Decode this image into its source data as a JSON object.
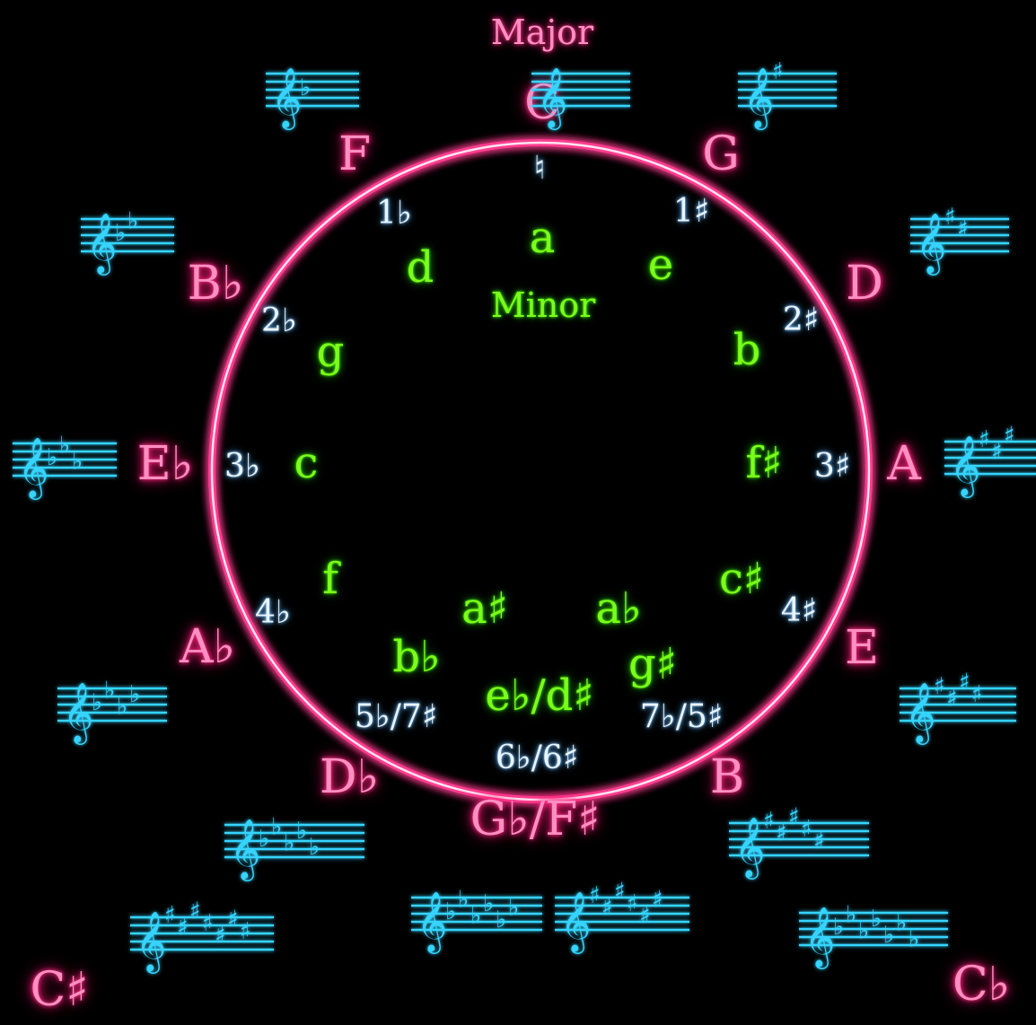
{
  "title_major": "Major",
  "title_minor": "Minor",
  "natural_symbol": "♮",
  "colors": {
    "background": "#000000",
    "ring": "#ff3d8f",
    "major_text": "#ff8fc2",
    "minor_text": "#7dff1a",
    "count_text": "#eaf4ff",
    "staff": "#35d4ff"
  },
  "keys": [
    {
      "id": "c",
      "major": "C",
      "minor": "a",
      "count": "♮",
      "accidental": "none",
      "n": 0
    },
    {
      "id": "g",
      "major": "G",
      "minor": "e",
      "count": "1♯",
      "accidental": "sharp",
      "n": 1
    },
    {
      "id": "d",
      "major": "D",
      "minor": "b",
      "count": "2♯",
      "accidental": "sharp",
      "n": 2
    },
    {
      "id": "a",
      "major": "A",
      "minor": "f♯",
      "count": "3♯",
      "accidental": "sharp",
      "n": 3
    },
    {
      "id": "e",
      "major": "E",
      "minor": "c♯",
      "count": "4♯",
      "accidental": "sharp",
      "n": 4
    },
    {
      "id": "b",
      "major": "B",
      "minor": "g♯",
      "count": "7♭/5♯",
      "accidental": "sharp",
      "n": 5
    },
    {
      "id": "gb",
      "major": "G♭/F♯",
      "minor": "e♭/d♯",
      "count": "6♭/6♯",
      "accidental": "both",
      "n": 6
    },
    {
      "id": "db",
      "major": "D♭",
      "minor": "b♭",
      "count": "5♭/7♯",
      "accidental": "flat",
      "n": 5
    },
    {
      "id": "ab",
      "major": "A♭",
      "minor": "f",
      "count": "4♭",
      "accidental": "flat",
      "n": 4
    },
    {
      "id": "eb",
      "major": "E♭",
      "minor": "c",
      "count": "3♭",
      "accidental": "flat",
      "n": 3
    },
    {
      "id": "bb",
      "major": "B♭",
      "minor": "g",
      "count": "2♭",
      "accidental": "flat",
      "n": 2
    },
    {
      "id": "f",
      "major": "F",
      "minor": "d",
      "count": "1♭",
      "accidental": "flat",
      "n": 1
    }
  ],
  "extra_minor": [
    {
      "id": "a-sharp",
      "label": "a♯"
    },
    {
      "id": "a-flat",
      "label": "a♭"
    }
  ],
  "extra_major": [
    {
      "id": "c-sharp",
      "label": "C♯"
    },
    {
      "id": "c-flat",
      "label": "C♭"
    }
  ],
  "key_signatures": [
    {
      "id": "c-natural",
      "type": "none",
      "n": 0
    },
    {
      "id": "g-sharp-1",
      "type": "sharp",
      "n": 1
    },
    {
      "id": "d-sharp-2",
      "type": "sharp",
      "n": 2
    },
    {
      "id": "a-sharp-3",
      "type": "sharp",
      "n": 3
    },
    {
      "id": "e-sharp-4",
      "type": "sharp",
      "n": 4
    },
    {
      "id": "b-sharp-5",
      "type": "sharp",
      "n": 5
    },
    {
      "id": "f-sharp-6",
      "type": "sharp",
      "n": 6
    },
    {
      "id": "c-sharp-7",
      "type": "sharp",
      "n": 7
    },
    {
      "id": "f-flat-1",
      "type": "flat",
      "n": 1
    },
    {
      "id": "bb-flat-2",
      "type": "flat",
      "n": 2
    },
    {
      "id": "eb-flat-3",
      "type": "flat",
      "n": 3
    },
    {
      "id": "ab-flat-4",
      "type": "flat",
      "n": 4
    },
    {
      "id": "db-flat-5",
      "type": "flat",
      "n": 5
    },
    {
      "id": "gb-flat-6",
      "type": "flat",
      "n": 6
    },
    {
      "id": "cb-flat-7",
      "type": "flat",
      "n": 7
    }
  ]
}
